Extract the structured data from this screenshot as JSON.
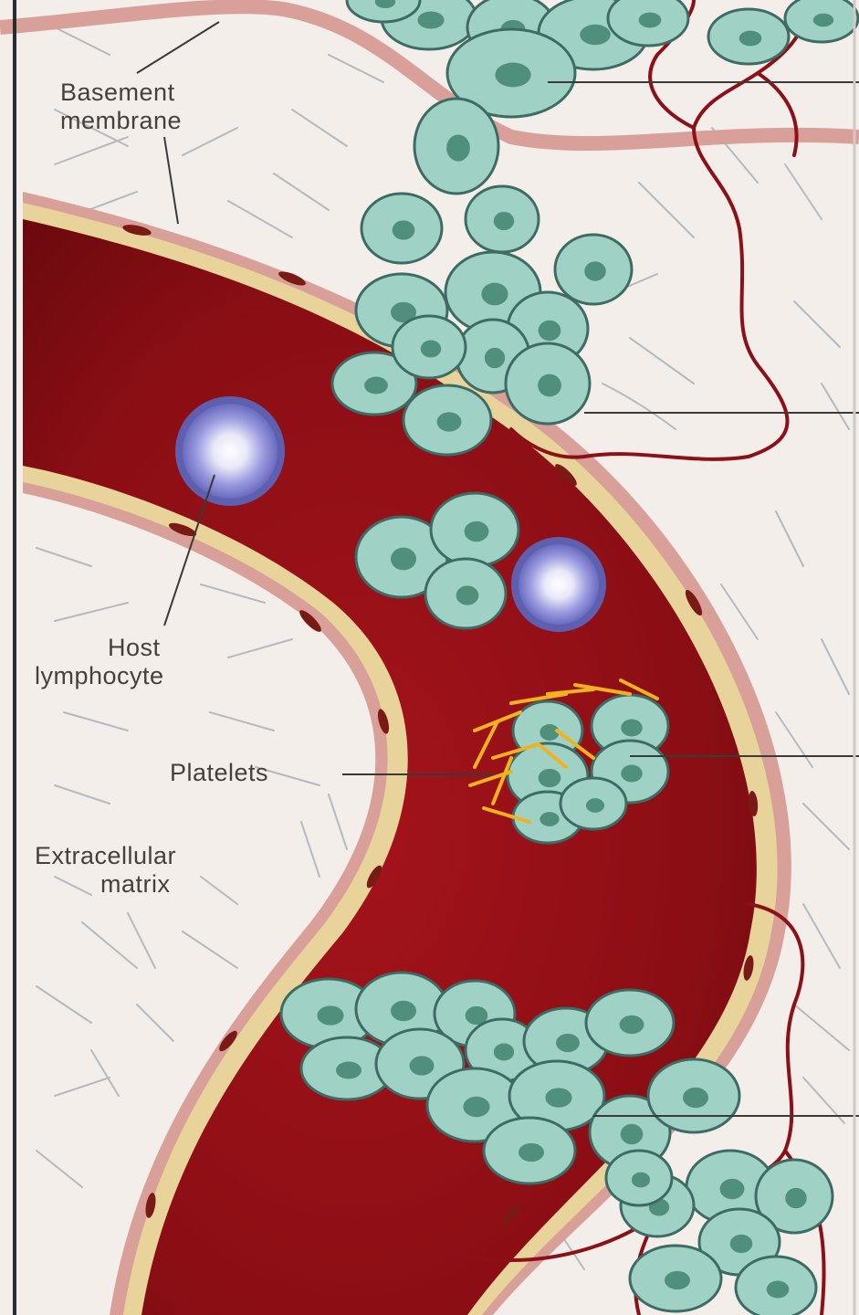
{
  "labels": {
    "basement_membrane": {
      "line1": "Basement",
      "line2": "membrane"
    },
    "host_lymphocyte": {
      "line1": "Host",
      "line2": "lymphocyte"
    },
    "platelets": "Platelets",
    "extracellular_matrix": {
      "line1": "Extracellular",
      "line2": "matrix"
    }
  },
  "colors": {
    "background": "#f4eeea",
    "vessel_lumen": "#8a0e14",
    "vessel_wall": "#e8d49a",
    "basement_membrane": "#d8a098",
    "tumor_cell_fill": "#9fd1c5",
    "tumor_cell_outline": "#3e6b63",
    "tumor_cell_nucleus": "#4f8f7c",
    "lymphocyte": "#8a8ad8",
    "platelets": "#f0b21e",
    "capillary": "#8c1018",
    "fibers": "#aeb6bd"
  }
}
